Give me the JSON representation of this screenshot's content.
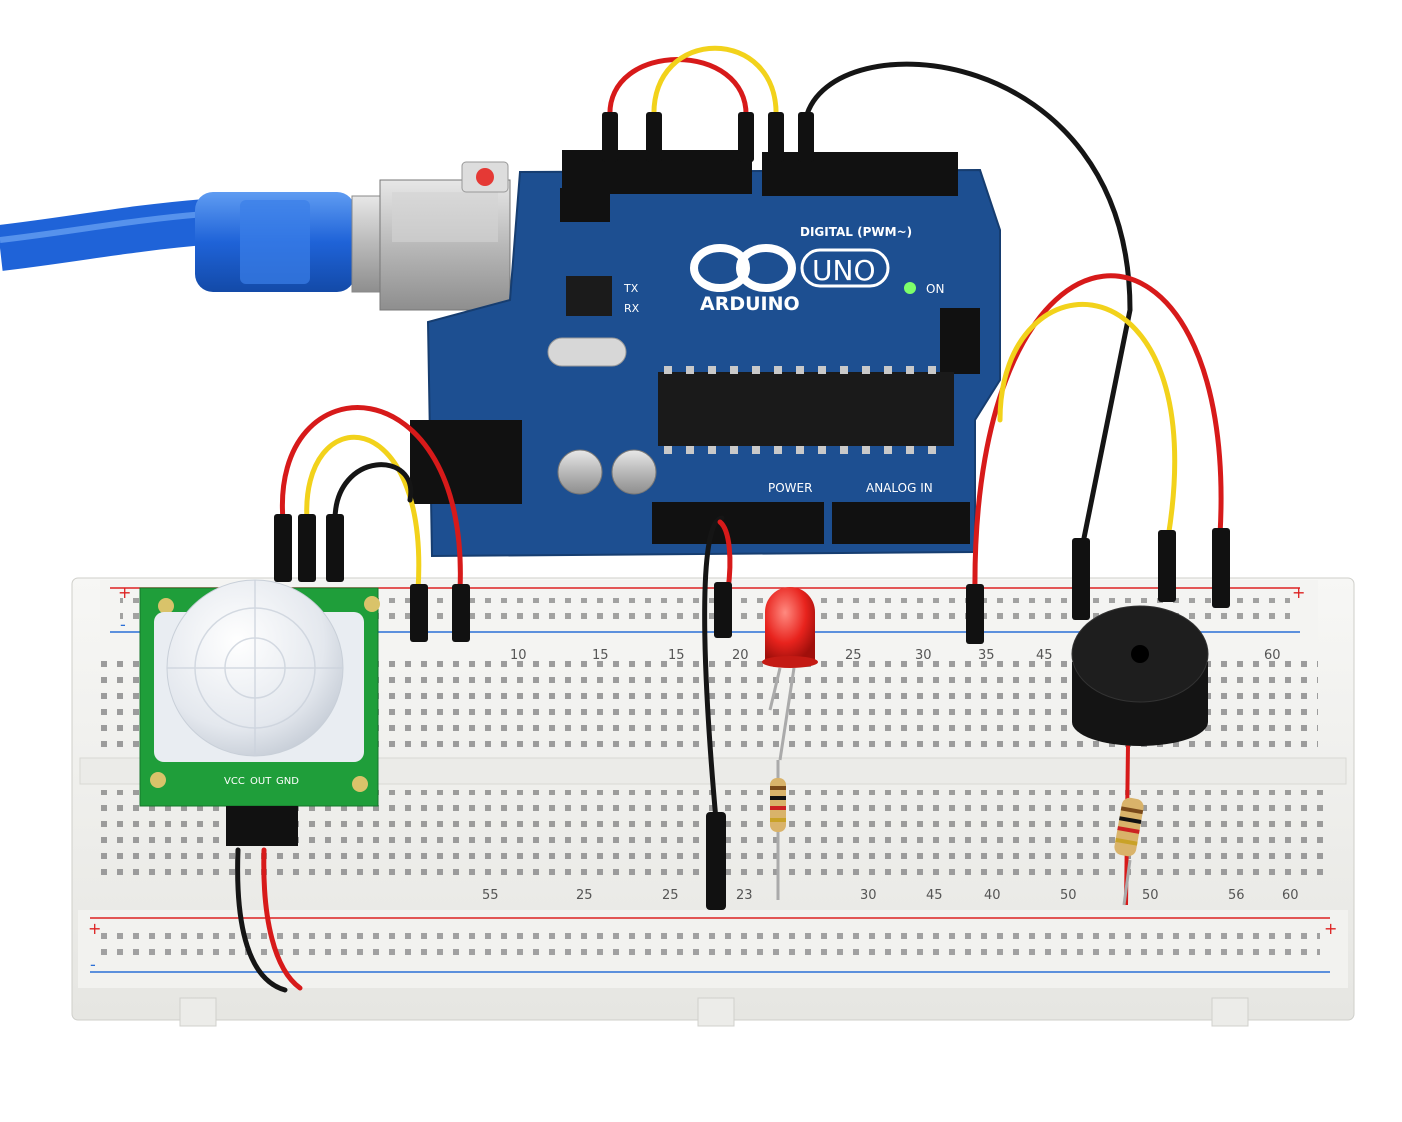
{
  "board": {
    "brand": "ARDUINO",
    "model": "UNO",
    "digital_label": "DIGITAL (PWM~)",
    "power_label": "POWER",
    "analog_label": "ANALOG IN",
    "tx_label": "TX",
    "rx_label": "RX",
    "on_label": "ON",
    "color": "#1d4f91"
  },
  "pir_sensor": {
    "pin_labels": [
      "VCC",
      "OUT",
      "GND"
    ],
    "pcb_color": "#1f9e3a"
  },
  "breadboard": {
    "top_numbers": [
      "10",
      "15",
      "15",
      "20",
      "25",
      "30",
      "35",
      "45",
      "60"
    ],
    "bottom_numbers": [
      "55",
      "25",
      "25",
      "23",
      "30",
      "45",
      "40",
      "50",
      "50",
      "56",
      "60"
    ],
    "rail_plus": "+",
    "rail_minus": "-"
  },
  "colors": {
    "wire_red": "#d71a1a",
    "wire_yellow": "#f2d21b",
    "wire_black": "#151515",
    "usb_blue": "#1f63d8",
    "led_red": "#e8231d"
  }
}
